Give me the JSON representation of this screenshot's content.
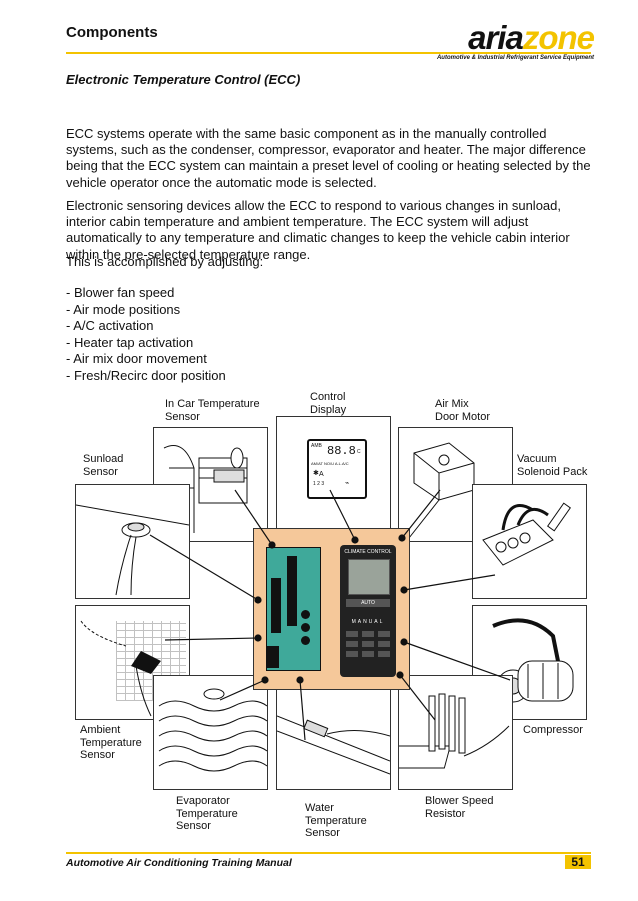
{
  "header": {
    "section_title": "Components",
    "logo_text_1": "aria",
    "logo_text_2": "zone",
    "logo_tagline": "Automotive & Industrial Refrigerant Service Equipment"
  },
  "subtitle": "Electronic Temperature Control (ECC)",
  "paragraphs": [
    "ECC systems operate with the same basic component as in the manually controlled systems, such as the condenser, compressor, evaporator and heater. The major difference being that the ECC system can maintain a preset level of cooling or heating selected by the vehicle operator once the automatic mode is selected.",
    "Electronic sensoring devices allow the ECC to respond to various changes in sunload, interior cabin temperature and ambient temperature. The ECC system will adjust automatically to any temperature and climatic changes to keep the vehicle cabin interior within the pre-selected temperature range.",
    "This is accomplished by adjusting:"
  ],
  "bullets": [
    "- Blower fan speed",
    "- Air mode positions",
    "- A/C activation",
    "- Heater tap activation",
    "- Air mix door movement",
    "- Fresh/Recirc door position"
  ],
  "diagram": {
    "labels": {
      "in_car": "In Car Temperature\nSensor",
      "control_display": "Control\nDisplay",
      "air_mix": "Air Mix\nDoor Motor",
      "sunload": "Sunload\nSensor",
      "vacuum": "Vacuum\nSolenoid Pack",
      "ambient": "Ambient\nTemperature\nSensor",
      "compressor": "Compressor",
      "evaporator": "Evaporator\nTemperature\nSensor",
      "water": "Water\nTemperature\nSensor",
      "blower": "Blower Speed\nResistor"
    },
    "control_head": {
      "title": "CLIMATE CONTROL",
      "manual_label": "MANUAL",
      "auto_label": "AUTO"
    },
    "display": {
      "amb_label": "AMB",
      "reading": "88.8",
      "unit": "C",
      "mode_line": "AM/AT NO/U A.L.A/C",
      "speed_digits": "1 2 3",
      "auto_glyph": "A"
    },
    "colors": {
      "center_board": "#f5c89a",
      "ecu_board": "#3fa99a",
      "accent": "#f3c300"
    }
  },
  "footer": {
    "manual_title": "Automotive Air Conditioning Training Manual",
    "page_number": "51"
  }
}
